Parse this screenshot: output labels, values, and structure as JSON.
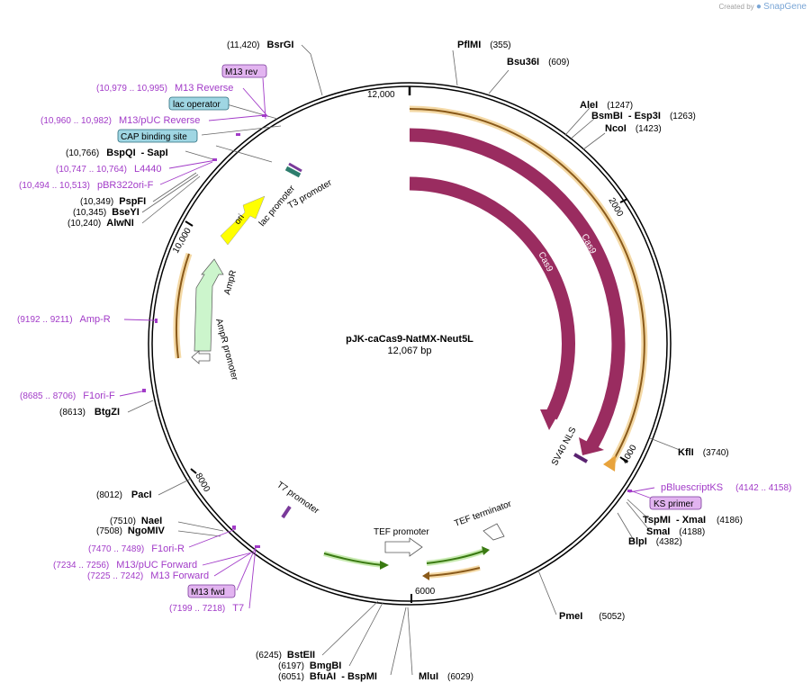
{
  "credit": {
    "created_by": "Created by",
    "app": "SnapGene"
  },
  "plasmid": {
    "name": "pJK-caCas9-NatMX-Neut5L",
    "length_label": "12,067 bp"
  },
  "ticks": [
    "12,000",
    "2000",
    "4000",
    "6000",
    "8000",
    "10,000"
  ],
  "restriction_sites": [
    {
      "pos": "(11,420)",
      "name": "BsrGI"
    },
    {
      "pos": "(355)",
      "name": "PflMI"
    },
    {
      "pos": "(609)",
      "name": "Bsu36I"
    },
    {
      "pos": "(1247)",
      "name": "AleI"
    },
    {
      "pos": "(1263)",
      "name": "BsmBI",
      "name2": "Esp3I"
    },
    {
      "pos": "(1423)",
      "name": "NcoI"
    },
    {
      "pos": "(3740)",
      "name": "KflI"
    },
    {
      "pos": "(4186)",
      "name": "TspMI",
      "name2": "XmaI"
    },
    {
      "pos": "(4188)",
      "name": "SmaI"
    },
    {
      "pos": "(4382)",
      "name": "BlpI"
    },
    {
      "pos": "(5052)",
      "name": "PmeI"
    },
    {
      "pos": "(6029)",
      "name": "MluI"
    },
    {
      "pos": "(6051)",
      "name": "BfuAI",
      "name2": "BspMI"
    },
    {
      "pos": "(6197)",
      "name": "BmgBI"
    },
    {
      "pos": "(6245)",
      "name": "BstEII"
    },
    {
      "pos": "(7508)",
      "name": "NgoMIV"
    },
    {
      "pos": "(7510)",
      "name": "NaeI"
    },
    {
      "pos": "(8012)",
      "name": "PacI"
    },
    {
      "pos": "(8613)",
      "name": "BtgZI"
    },
    {
      "pos": "(10,240)",
      "name": "AlwNI"
    },
    {
      "pos": "(10,345)",
      "name": "BseYI"
    },
    {
      "pos": "(10,349)",
      "name": "PspFI"
    },
    {
      "pos": "(10,766)",
      "name": "BspQI",
      "name2": "SapI"
    }
  ],
  "primers": [
    {
      "pos": "(10,979 .. 10,995)",
      "name": "M13 Reverse"
    },
    {
      "pos": "(10,960 .. 10,982)",
      "name": "M13/pUC Reverse"
    },
    {
      "pos": "(10,747 .. 10,764)",
      "name": "L4440"
    },
    {
      "pos": "(10,494 .. 10,513)",
      "name": "pBR322ori-F"
    },
    {
      "pos": "(9192 .. 9211)",
      "name": "Amp-R"
    },
    {
      "pos": "(8685 .. 8706)",
      "name": "F1ori-F"
    },
    {
      "pos": "(7470 .. 7489)",
      "name": "F1ori-R"
    },
    {
      "pos": "(7234 .. 7256)",
      "name": "M13/pUC Forward"
    },
    {
      "pos": "(7225 .. 7242)",
      "name": "M13 Forward"
    },
    {
      "pos": "(7199 .. 7218)",
      "name": "T7"
    },
    {
      "pos": "(4142 .. 4158)",
      "name": "pBluescriptKS"
    }
  ],
  "boxed_labels": [
    "M13 rev",
    "lac operator",
    "CAP binding site",
    "M13 fwd",
    "KS primer"
  ],
  "features": [
    {
      "name": "Cas9"
    },
    {
      "name": "Cas9"
    },
    {
      "name": "SV40 NLS"
    },
    {
      "name": "ori"
    },
    {
      "name": "AmpR"
    },
    {
      "name": "AmpR promoter"
    },
    {
      "name": "lac promoter"
    },
    {
      "name": "T3 promoter"
    },
    {
      "name": "T7 promoter"
    },
    {
      "name": "TEF promoter"
    },
    {
      "name": "TEF terminator"
    }
  ],
  "colors": {
    "backbone": "#000000",
    "cas9": "#9a2c60",
    "ori": "#ffff00",
    "ampr": "#ccf5cc",
    "orf_orange": "#e8a33c",
    "natmx_green": "#55aa22",
    "primer_purple": "#a23bc8",
    "box_purple": "#e2b4f0",
    "box_teal": "#9fd6e3",
    "snapgene_blue": "#7aa6d6"
  }
}
